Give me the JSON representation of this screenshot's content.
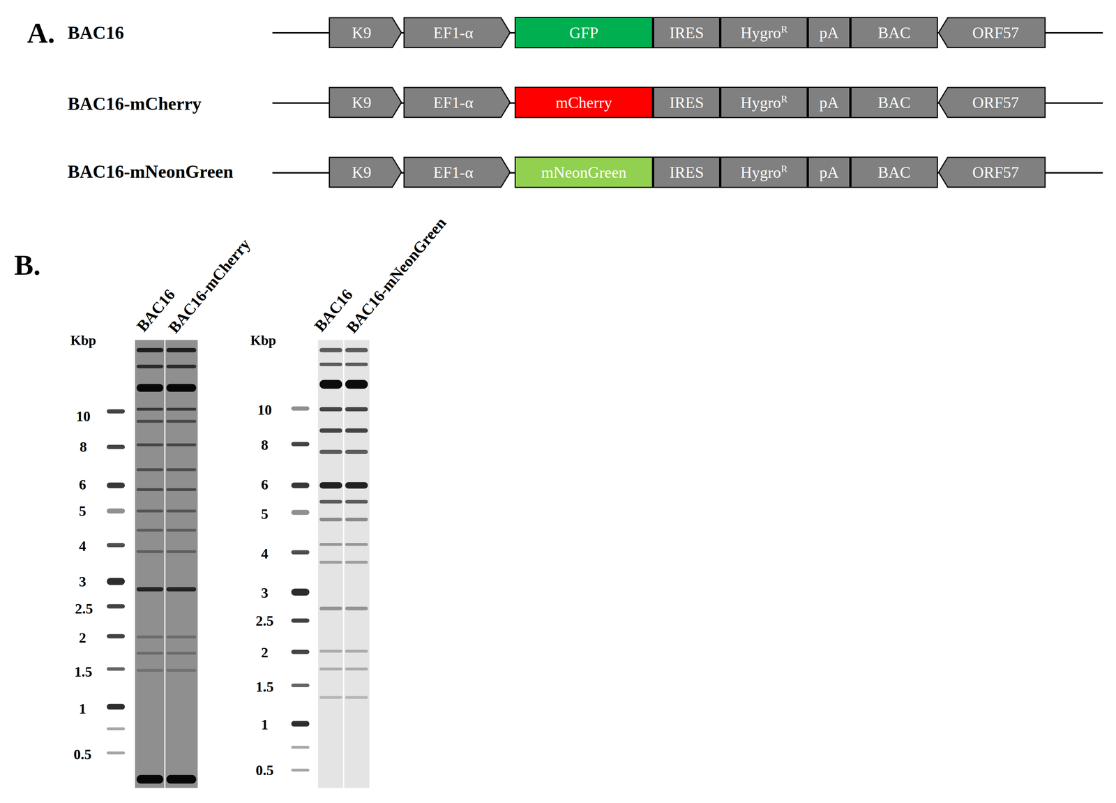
{
  "diagram": {
    "nodes": [
      {
        "text": [
          "K9"
        ]
      },
      {
        "text": [
          "EF1-α"
        ]
      },
      {
        "text": [
          "GFP"
        ]
      },
      {
        "text": [
          "IRES"
        ]
      },
      {
        "text": [
          "Hygro",
          "R"
        ]
      },
      {
        "text": [
          "pA"
        ]
      },
      {
        "text": [
          "BAC"
        ]
      },
      {
        "text": [
          "ORF57"
        ]
      },
      {
        "text": [
          "K9"
        ]
      },
      {
        "text": [
          "EF1-α"
        ]
      },
      {
        "text": [
          "mCherry"
        ]
      },
      {
        "text": [
          "IRES"
        ]
      },
      {
        "text": [
          "Hygro",
          "R"
        ]
      },
      {
        "text": [
          "pA"
        ]
      },
      {
        "text": [
          "BAC"
        ]
      },
      {
        "text": [
          "ORF57"
        ]
      },
      {
        "text": [
          "K9"
        ]
      },
      {
        "text": [
          "EF1-α"
        ]
      },
      {
        "text": [
          "mNeonGreen"
        ]
      },
      {
        "text": [
          "IRES"
        ]
      },
      {
        "text": [
          "Hygro",
          "R"
        ]
      },
      {
        "text": [
          "pA"
        ]
      },
      {
        "text": [
          "BAC"
        ]
      },
      {
        "text": [
          "ORF57"
        ]
      }
    ],
    "labels": [
      "A.",
      "BAC16",
      "BAC16-mCherry",
      "BAC16-mNeonGreen",
      "B.",
      "Kbp",
      "10",
      "8",
      "6",
      "5",
      "4",
      "3",
      "2.5",
      "2",
      "1.5",
      "1",
      "0.5",
      "BAC16",
      "BAC16-mCherry",
      "Kbp",
      "10",
      "8",
      "6",
      "5",
      "4",
      "3",
      "2.5",
      "2",
      "1.5",
      "1",
      "0.5",
      "BAC16",
      "BAC16-mNeonGreen"
    ]
  }
}
